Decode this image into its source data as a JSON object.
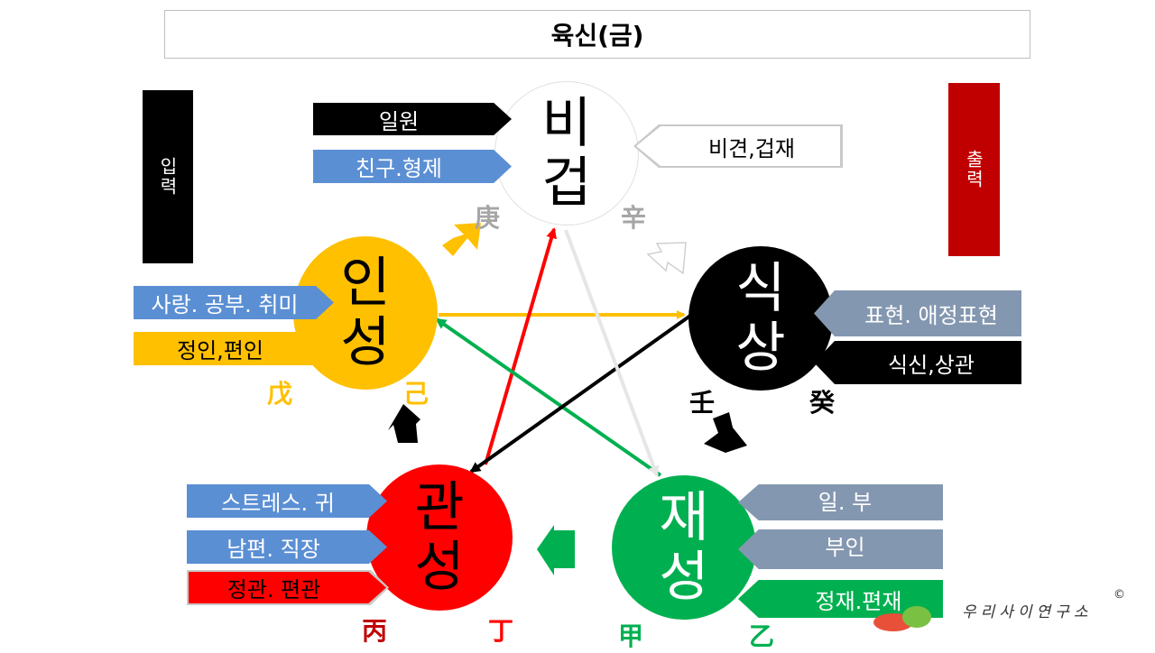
{
  "title": "육신(금)",
  "input_label": "입력",
  "output_label": "출력",
  "nodes": {
    "bigeop": {
      "line1": "비",
      "line2": "겁",
      "color": "#ffffff"
    },
    "sigsang": {
      "line1": "식",
      "line2": "상",
      "color": "#000000"
    },
    "jaeseong": {
      "line1": "재",
      "line2": "성",
      "color": "#00b050"
    },
    "gwanseong": {
      "line1": "관",
      "line2": "성",
      "color": "#ff0000"
    },
    "inseong": {
      "line1": "인",
      "line2": "성",
      "color": "#ffc000"
    }
  },
  "tags": {
    "ilwon": "일원",
    "chingu": "친구.형제",
    "bigyeon": "비견,겁재",
    "sarang": "사랑. 공부. 취미",
    "jeongin": "정인,편인",
    "pyohyeon": "표현. 애정표현",
    "siksin": "식신,상관",
    "seuteureseu": "스트레스. 귀",
    "nampyeon": "남편. 직장",
    "jeonggwan": "정관. 편관",
    "il_bu": "일. 부",
    "buin": "부인",
    "jeongjae": "정재.편재"
  },
  "stems": {
    "gyeong": "庚",
    "sin": "辛",
    "mu": "戊",
    "gi": "己",
    "im": "壬",
    "gye": "癸",
    "byeong": "丙",
    "jeong": "丁",
    "gap": "甲",
    "eul": "乙"
  },
  "watermark": "우리사이연구소",
  "copyright": "©",
  "colors": {
    "yellow": "#ffc000",
    "red": "#ff0000",
    "green": "#00b050",
    "black": "#000000",
    "blue": "#5b8fd4",
    "grayblue": "#8497b0",
    "darkred": "#c00000",
    "lightgray": "#e6e6e6"
  }
}
